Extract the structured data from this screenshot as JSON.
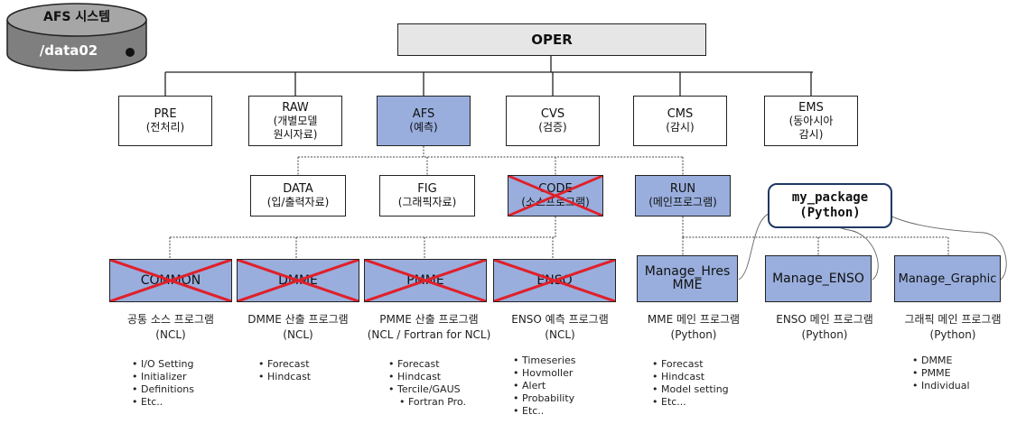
{
  "system": {
    "title": "AFS 시스템",
    "path": "/data02"
  },
  "root": {
    "label": "OPER"
  },
  "level1": [
    {
      "line1": "PRE",
      "line2": "(전처리)"
    },
    {
      "line1": "RAW",
      "line2": "(개별모델",
      "line3": "원시자료)"
    },
    {
      "line1": "AFS",
      "line2": "(예측)"
    },
    {
      "line1": "CVS",
      "line2": "(검증)"
    },
    {
      "line1": "CMS",
      "line2": "(감시)"
    },
    {
      "line1": "EMS",
      "line2": "(동아시아",
      "line3": "감시)"
    }
  ],
  "level2": [
    {
      "line1": "DATA",
      "line2": "(입/출력자료)"
    },
    {
      "line1": "FIG",
      "line2": "(그래픽자료)"
    },
    {
      "line1": "CODE",
      "line2": "(소스프로그램)"
    },
    {
      "line1": "RUN",
      "line2": "(메인프로그램)"
    }
  ],
  "package": {
    "line1": "my_package",
    "line2": "(Python)"
  },
  "level3": [
    {
      "line1": "COMMON"
    },
    {
      "line1": "DMME"
    },
    {
      "line1": "PMME"
    },
    {
      "line1": "ENSO"
    },
    {
      "line1": "Manage_Hres",
      "line2": "MME"
    },
    {
      "line1": "Manage_ENSO"
    },
    {
      "line1": "Manage_Graphic"
    }
  ],
  "descriptions": [
    {
      "title": "공통 소스 프로그램",
      "sub": "(NCL)",
      "items": [
        "I/O Setting",
        "Initializer",
        "Definitions",
        "Etc.."
      ]
    },
    {
      "title": "DMME 산출 프로그램",
      "sub": "(NCL)",
      "items": [
        "Forecast",
        "Hindcast"
      ]
    },
    {
      "title": "PMME 산출 프로그램",
      "sub": "(NCL / Fortran for NCL)",
      "items": [
        "Forecast",
        "Hindcast",
        "Tercile/GAUS",
        "Fortran Pro."
      ]
    },
    {
      "title": "ENSO 예측 프로그램",
      "sub": "(NCL)",
      "items": [
        "Timeseries",
        "Hovmoller",
        "Alert",
        "Probability",
        "Etc.."
      ]
    },
    {
      "title": "MME 메인 프로그램",
      "sub": "(Python)",
      "items": [
        "Forecast",
        "Hindcast",
        "Model setting",
        "Etc..."
      ]
    },
    {
      "title": "ENSO 메인 프로그램",
      "sub": "(Python)",
      "items": []
    },
    {
      "title": "그래픽 메인 프로그램",
      "sub": "(Python)",
      "items": [
        "DMME",
        "PMME",
        "Individual"
      ]
    }
  ]
}
